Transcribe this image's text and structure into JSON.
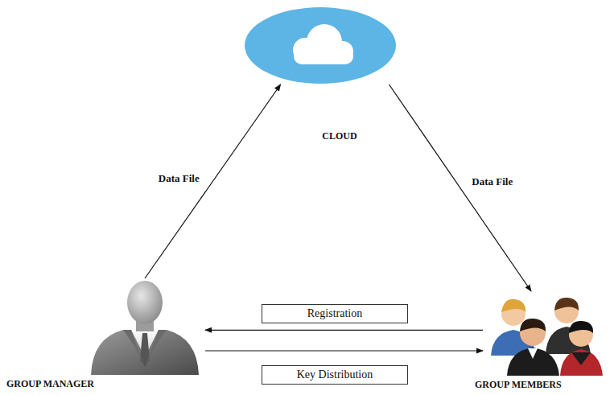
{
  "diagram": {
    "nodes": [
      {
        "text": [
          "CLOUD"
        ]
      },
      {
        "text": [
          "GROUP MANAGER"
        ]
      },
      {
        "text": [
          "GROUP MEMBERS"
        ]
      }
    ],
    "edges": [
      {
        "from": 1,
        "to": 0,
        "arrow": "to",
        "label": "Data File"
      },
      {
        "from": 0,
        "to": 2,
        "arrow": "to",
        "label": "Data File"
      },
      {
        "from": 2,
        "to": 1,
        "arrow": "to",
        "label": "Registration"
      },
      {
        "from": 1,
        "to": 2,
        "arrow": "to",
        "label": "Key Distribution"
      }
    ]
  }
}
